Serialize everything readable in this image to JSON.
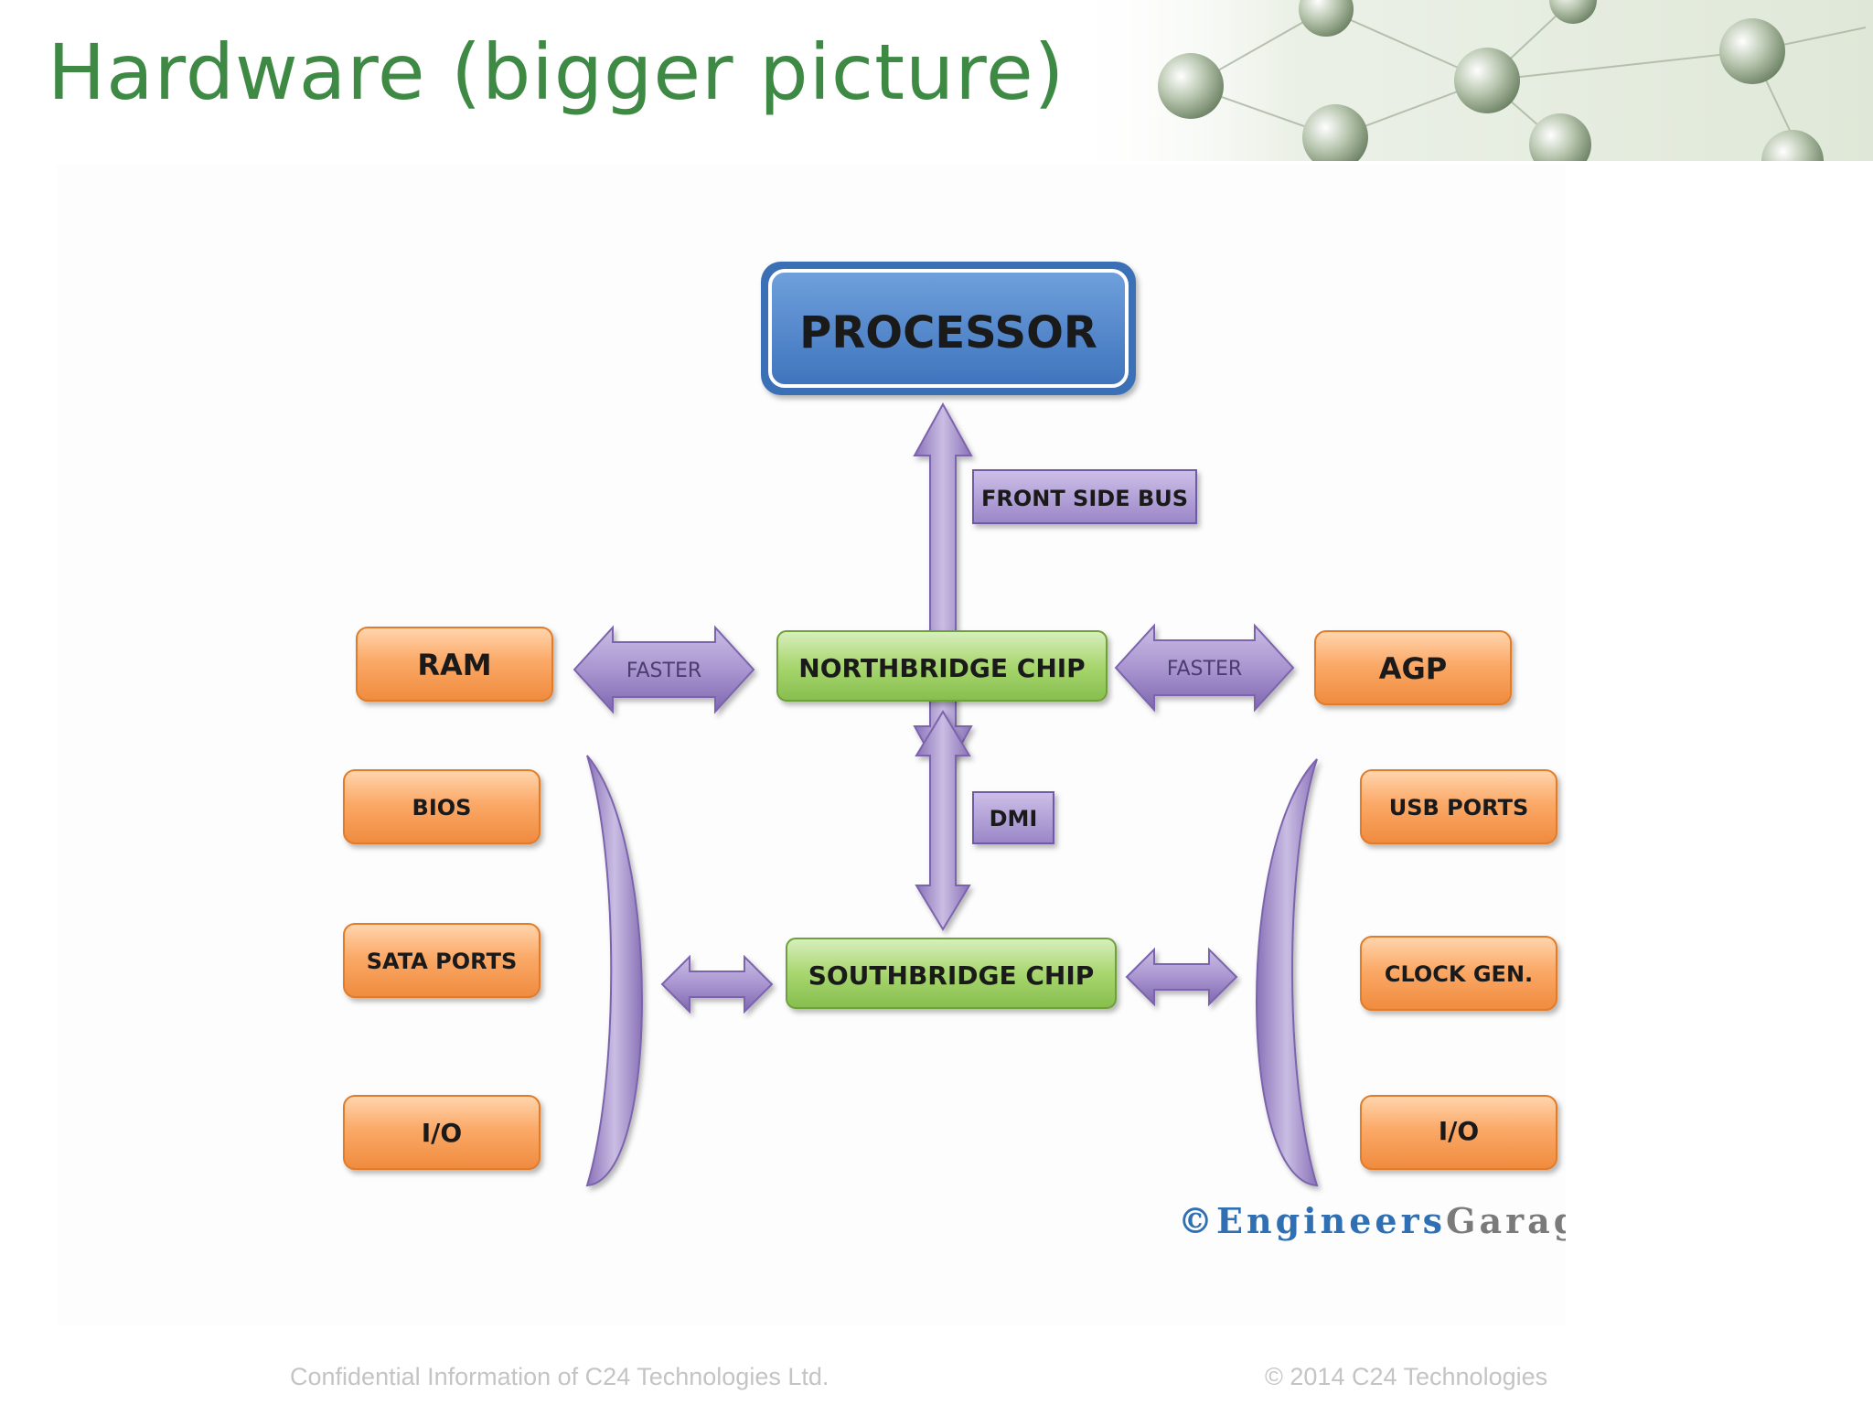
{
  "slide": {
    "title": "Hardware (bigger picture)"
  },
  "diagram": {
    "processor": "PROCESSOR",
    "front_side_bus": "FRONT SIDE BUS",
    "northbridge": "NORTHBRIDGE CHIP",
    "southbridge": "SOUTHBRIDGE CHIP",
    "dmi": "DMI",
    "faster_left": "FASTER",
    "faster_right": "FASTER",
    "left_components": [
      "RAM",
      "BIOS",
      "SATA PORTS",
      "I/O"
    ],
    "right_components": [
      "AGP",
      "USB PORTS",
      "CLOCK GEN.",
      "I/O"
    ],
    "watermark": {
      "symbol": "©",
      "part1": "Engineers",
      "part2": "Garage"
    }
  },
  "colors": {
    "title_green": "#3e8a45",
    "processor_blue": "#4a7fc4",
    "chip_green": "#9ccc65",
    "component_orange": "#f7a55a",
    "arrow_purple": "#9b85c4"
  },
  "footer": {
    "left": "Confidential Information of C24 Technologies Ltd.",
    "right": "© 2014 C24 Technologies"
  }
}
